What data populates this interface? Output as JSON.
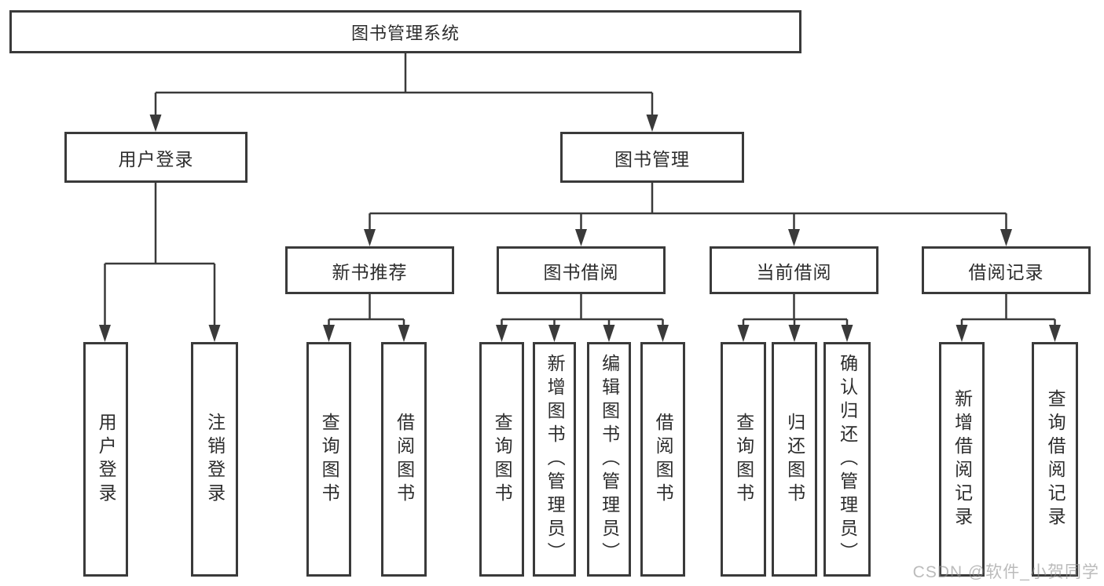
{
  "diagram_type": "tree",
  "tree": {
    "label": "图书管理系统",
    "children": [
      {
        "label": "用户登录",
        "children": [
          {
            "label": "用户登录"
          },
          {
            "label": "注销登录"
          }
        ]
      },
      {
        "label": "图书管理",
        "children": [
          {
            "label": "新书推荐",
            "children": [
              {
                "label": "查询图书"
              },
              {
                "label": "借阅图书"
              }
            ]
          },
          {
            "label": "图书借阅",
            "children": [
              {
                "label": "查询图书"
              },
              {
                "label": "新增图书（管理员）"
              },
              {
                "label": "编辑图书（管理员）"
              },
              {
                "label": "借阅图书"
              }
            ]
          },
          {
            "label": "当前借阅",
            "children": [
              {
                "label": "查询图书"
              },
              {
                "label": "归还图书"
              },
              {
                "label": "确认归还（管理员）"
              }
            ]
          },
          {
            "label": "借阅记录",
            "children": [
              {
                "label": "新增借阅记录"
              },
              {
                "label": "查询借阅记录"
              }
            ]
          }
        ]
      }
    ]
  },
  "watermark": {
    "text": "CSDN @软件_小贺同学"
  },
  "colors": {
    "line": "#3a3a3a",
    "box_border": "#3a3a3a",
    "text": "#2d2d2d",
    "background": "#ffffff",
    "watermark_gray": "#919191"
  }
}
